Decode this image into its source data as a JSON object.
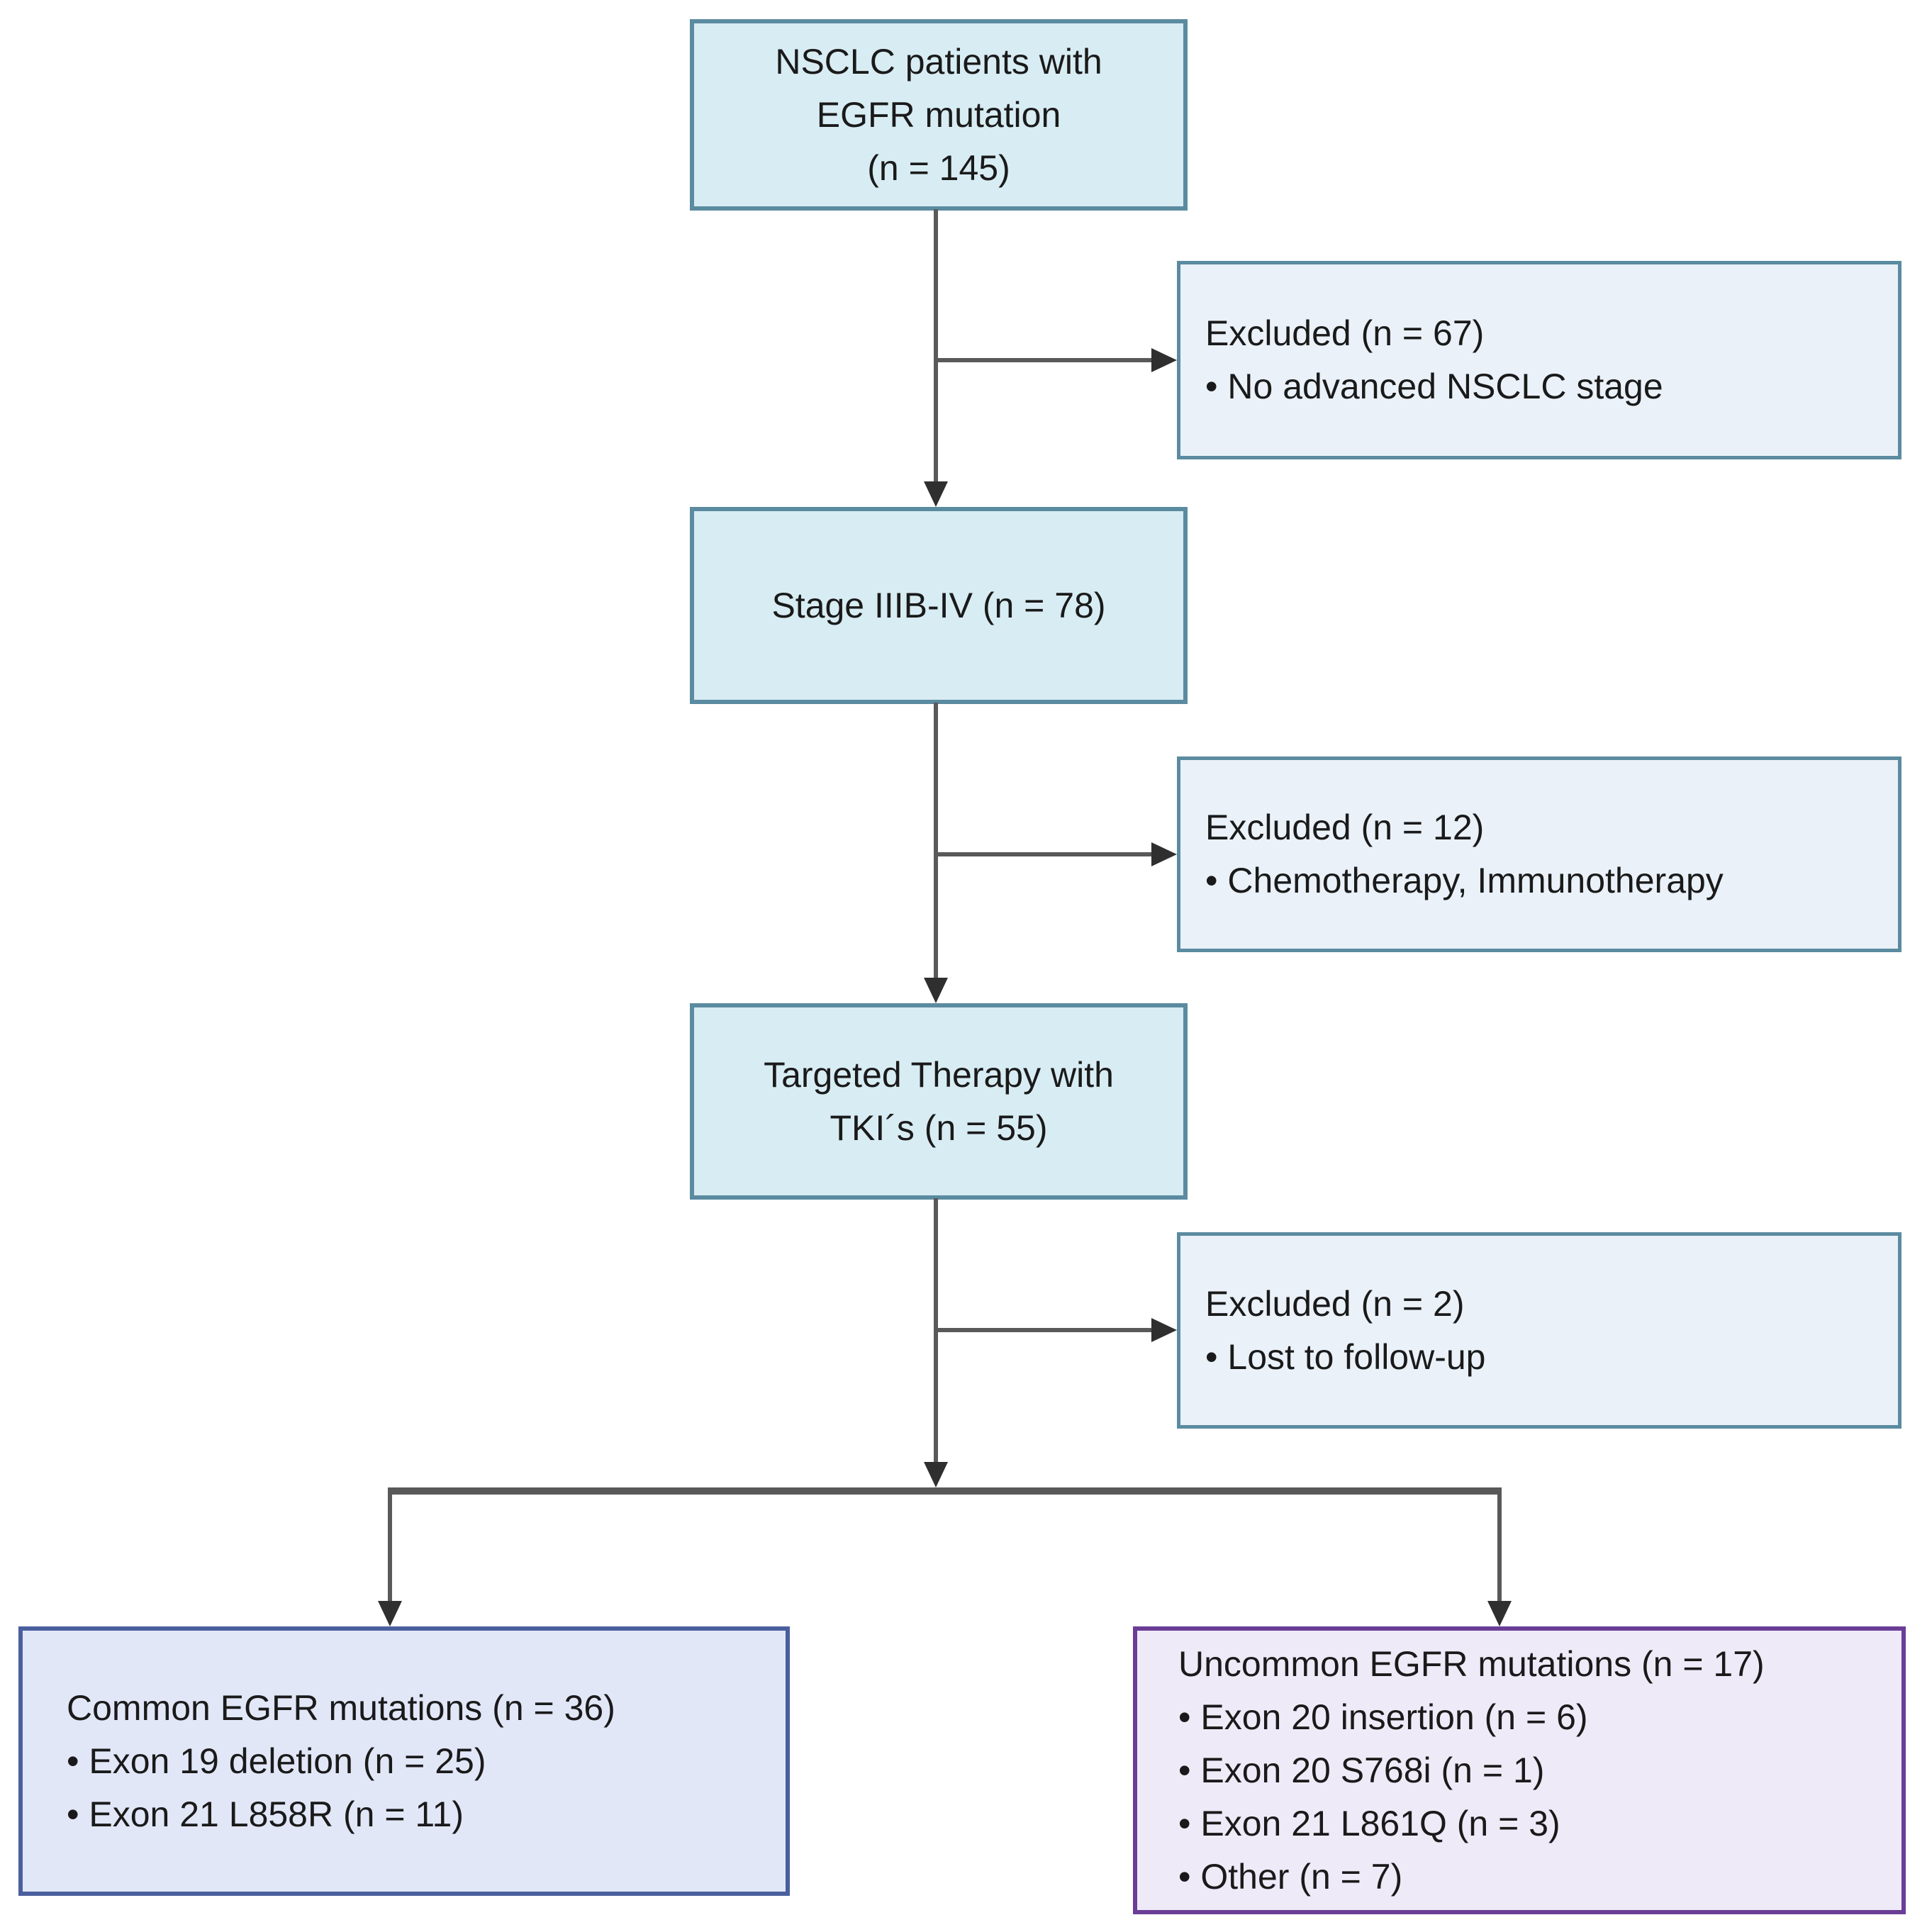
{
  "diagram": {
    "boxes": {
      "nsclc": {
        "text": "NSCLC patients with\nEGFR mutation\n(n = 145)"
      },
      "excluded1": {
        "text": "Excluded (n = 67)\n• No advanced NSCLC stage"
      },
      "stage": {
        "text": "Stage IIIB-IV (n = 78)"
      },
      "excluded2": {
        "text": "Excluded (n = 12)\n• Chemotherapy, Immunotherapy"
      },
      "tki": {
        "text": "Targeted Therapy with\nTKI´s (n = 55)"
      },
      "excluded3": {
        "text": "Excluded (n = 2)\n• Lost to follow-up"
      },
      "common": {
        "text": "Common EGFR mutations (n = 36)\n• Exon 19 deletion (n = 25)\n• Exon 21 L858R (n = 11)"
      },
      "uncommon": {
        "text": "Uncommon EGFR mutations (n = 17)\n• Exon 20 insertion (n = 6)\n• Exon 20 S768i (n = 1)\n• Exon 21 L861Q (n = 3)\n• Other (n = 7)"
      }
    },
    "counts": {
      "total_patients": 145,
      "excluded_no_advanced_stage": 67,
      "stage_iiib_iv": 78,
      "excluded_chemo_immuno": 12,
      "targeted_therapy_tki": 55,
      "excluded_lost_to_followup": 2,
      "common_mutations": 36,
      "exon19_deletion": 25,
      "exon21_l858r": 11,
      "uncommon_mutations": 17,
      "exon20_insertion": 6,
      "exon20_s768i": 1,
      "exon21_l861q": 3,
      "other": 7
    },
    "colors": {
      "main_fill": "#d8ecf3",
      "main_border": "#5b8ba0",
      "excluded_fill": "#eaf1f9",
      "excluded_border": "#5b8ba0",
      "common_fill": "#e2e7f8",
      "common_border": "#4a5f9e",
      "uncommon_fill": "#efeaf8",
      "uncommon_border": "#6a3d96",
      "line": "#595959",
      "arrow": "#2f2f2f",
      "text": "#1a1a1a"
    }
  }
}
